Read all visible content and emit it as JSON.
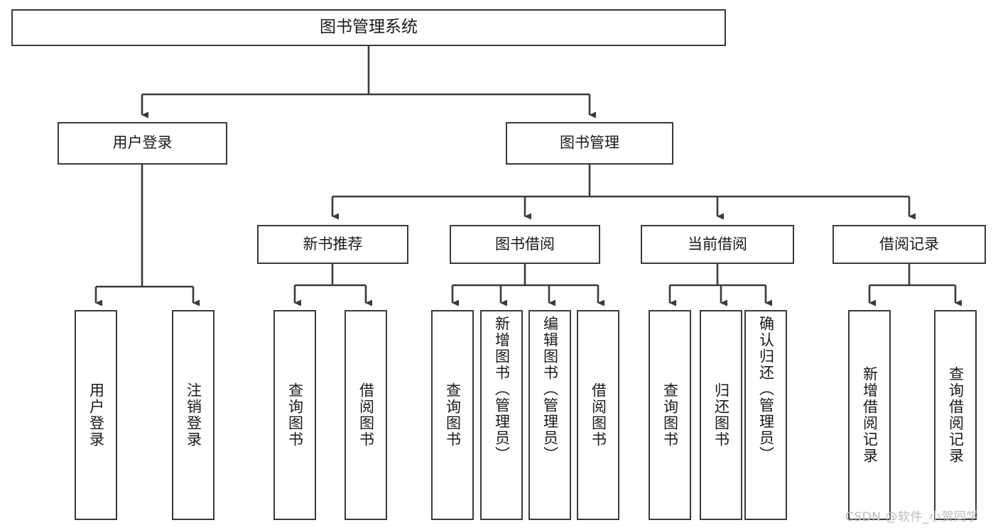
{
  "diagram": {
    "title": "图书管理系统",
    "type": "tree",
    "background_color": "#ffffff",
    "box_border_color": "#3a3a3a",
    "text_color": "#1a1a1a",
    "connector_color": "#3a3a3a",
    "root": {
      "label": "图书管理系统",
      "orientation": "horizontal"
    },
    "branches": [
      {
        "label": "用户登录",
        "orientation": "horizontal"
      },
      {
        "label": "图书管理",
        "orientation": "horizontal"
      },
      {
        "label": "新书推荐",
        "orientation": "horizontal"
      },
      {
        "label": "图书借阅",
        "orientation": "horizontal"
      },
      {
        "label": "当前借阅",
        "orientation": "horizontal"
      },
      {
        "label": "借阅记录",
        "orientation": "horizontal"
      }
    ],
    "leaves": {
      "user_login": [
        {
          "label": "用户登录",
          "orientation": "vertical"
        },
        {
          "label": "注销登录",
          "orientation": "vertical"
        }
      ],
      "new_book_recommend": [
        {
          "label": "查询图书",
          "orientation": "vertical"
        },
        {
          "label": "借阅图书",
          "orientation": "vertical"
        }
      ],
      "book_borrow": [
        {
          "label": "查询图书",
          "orientation": "vertical"
        },
        {
          "label": "新增图书（管理员）",
          "orientation": "vertical"
        },
        {
          "label": "编辑图书（管理员）",
          "orientation": "vertical"
        },
        {
          "label": "借阅图书",
          "orientation": "vertical"
        }
      ],
      "current_borrow": [
        {
          "label": "查询图书",
          "orientation": "vertical"
        },
        {
          "label": "归还图书",
          "orientation": "vertical"
        },
        {
          "label": "确认归还（管理员）",
          "orientation": "vertical"
        }
      ],
      "borrow_record": [
        {
          "label": "新增借阅记录",
          "orientation": "vertical"
        },
        {
          "label": "查询借阅记录",
          "orientation": "vertical"
        }
      ]
    }
  },
  "watermark": {
    "text": "CSDN @软件_小贺同学",
    "color": "#bdbdbd"
  }
}
